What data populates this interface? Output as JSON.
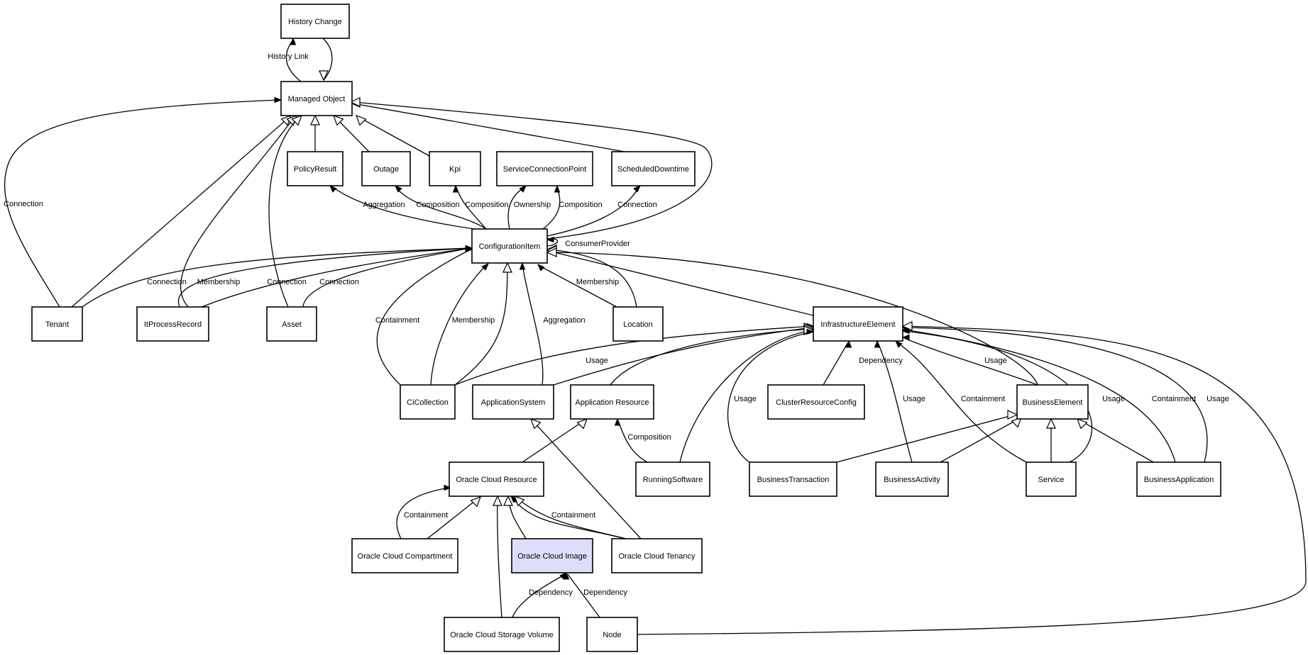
{
  "diagram": {
    "nodes": [
      {
        "id": "history-change",
        "label": "History Change"
      },
      {
        "id": "managed-object",
        "label": "Managed Object"
      },
      {
        "id": "policy-result",
        "label": "PolicyResult"
      },
      {
        "id": "outage",
        "label": "Outage"
      },
      {
        "id": "kpi",
        "label": "Kpi"
      },
      {
        "id": "service-connection-point",
        "label": "ServiceConnectionPoint"
      },
      {
        "id": "scheduled-downtime",
        "label": "ScheduledDowntime"
      },
      {
        "id": "configuration-item",
        "label": "ConfigurationItem"
      },
      {
        "id": "tenant",
        "label": "Tenant"
      },
      {
        "id": "it-process-record",
        "label": "ItProcessRecord"
      },
      {
        "id": "asset",
        "label": "Asset"
      },
      {
        "id": "location",
        "label": "Location"
      },
      {
        "id": "infrastructure-element",
        "label": "InfrastructureElement"
      },
      {
        "id": "ci-collection",
        "label": "CiCollection"
      },
      {
        "id": "application-system",
        "label": "ApplicationSystem"
      },
      {
        "id": "application-resource",
        "label": "Application Resource"
      },
      {
        "id": "cluster-resource-config",
        "label": "ClusterResourceConfig"
      },
      {
        "id": "business-element",
        "label": "BusinessElement"
      },
      {
        "id": "oracle-cloud-resource",
        "label": "Oracle Cloud Resource"
      },
      {
        "id": "running-software",
        "label": "RunningSoftware"
      },
      {
        "id": "business-transaction",
        "label": "BusinessTransaction"
      },
      {
        "id": "business-activity",
        "label": "BusinessActivity"
      },
      {
        "id": "service",
        "label": "Service"
      },
      {
        "id": "business-application",
        "label": "BusinessApplication"
      },
      {
        "id": "oracle-cloud-compartment",
        "label": "Oracle Cloud Compartment"
      },
      {
        "id": "oracle-cloud-image",
        "label": "Oracle Cloud Image"
      },
      {
        "id": "oracle-cloud-tenancy",
        "label": "Oracle Cloud Tenancy"
      },
      {
        "id": "oracle-cloud-storage-volume",
        "label": "Oracle Cloud Storage Volume"
      },
      {
        "id": "node",
        "label": "Node"
      }
    ],
    "highlighted_node": "oracle-cloud-image",
    "highlight_color": "#dedefb",
    "edges": [
      {
        "from": "managed-object",
        "to": "history-change",
        "kind": "association",
        "label": "History Link"
      },
      {
        "from": "history-change",
        "to": "managed-object",
        "kind": "inheritance",
        "label": ""
      },
      {
        "from": "policy-result",
        "to": "managed-object",
        "kind": "inheritance",
        "label": ""
      },
      {
        "from": "outage",
        "to": "managed-object",
        "kind": "inheritance",
        "label": ""
      },
      {
        "from": "kpi",
        "to": "managed-object",
        "kind": "inheritance",
        "label": ""
      },
      {
        "from": "scheduled-downtime",
        "to": "managed-object",
        "kind": "inheritance",
        "label": ""
      },
      {
        "from": "configuration-item",
        "to": "managed-object",
        "kind": "inheritance",
        "label": ""
      },
      {
        "from": "tenant",
        "to": "managed-object",
        "kind": "association",
        "label": "Connection"
      },
      {
        "from": "tenant",
        "to": "managed-object",
        "kind": "inheritance",
        "label": ""
      },
      {
        "from": "it-process-record",
        "to": "managed-object",
        "kind": "inheritance",
        "label": ""
      },
      {
        "from": "asset",
        "to": "managed-object",
        "kind": "inheritance",
        "label": ""
      },
      {
        "from": "configuration-item",
        "to": "policy-result",
        "kind": "association",
        "label": "Aggregation"
      },
      {
        "from": "configuration-item",
        "to": "outage",
        "kind": "association",
        "label": "Composition"
      },
      {
        "from": "configuration-item",
        "to": "kpi",
        "kind": "association",
        "label": "Composition"
      },
      {
        "from": "configuration-item",
        "to": "service-connection-point",
        "kind": "association",
        "label": "Ownership"
      },
      {
        "from": "configuration-item",
        "to": "service-connection-point",
        "kind": "association",
        "label": "Composition"
      },
      {
        "from": "configuration-item",
        "to": "scheduled-downtime",
        "kind": "association",
        "label": "Connection"
      },
      {
        "from": "configuration-item",
        "to": "configuration-item",
        "kind": "association",
        "label": "ConsumerProvider"
      },
      {
        "from": "tenant",
        "to": "configuration-item",
        "kind": "association",
        "label": "Connection"
      },
      {
        "from": "it-process-record",
        "to": "configuration-item",
        "kind": "association",
        "label": "Membership"
      },
      {
        "from": "it-process-record",
        "to": "configuration-item",
        "kind": "association",
        "label": "Connection"
      },
      {
        "from": "asset",
        "to": "configuration-item",
        "kind": "association",
        "label": "Connection"
      },
      {
        "from": "location",
        "to": "configuration-item",
        "kind": "association",
        "label": "Membership"
      },
      {
        "from": "location",
        "to": "configuration-item",
        "kind": "inheritance",
        "label": ""
      },
      {
        "from": "ci-collection",
        "to": "configuration-item",
        "kind": "association",
        "label": "Containment"
      },
      {
        "from": "ci-collection",
        "to": "configuration-item",
        "kind": "association",
        "label": "Membership"
      },
      {
        "from": "ci-collection",
        "to": "configuration-item",
        "kind": "inheritance",
        "label": ""
      },
      {
        "from": "application-system",
        "to": "configuration-item",
        "kind": "association",
        "label": "Aggregation"
      },
      {
        "from": "infrastructure-element",
        "to": "configuration-item",
        "kind": "inheritance",
        "label": ""
      },
      {
        "from": "business-element",
        "to": "configuration-item",
        "kind": "inheritance",
        "label": ""
      },
      {
        "from": "ci-collection",
        "to": "infrastructure-element",
        "kind": "association",
        "label": "Usage"
      },
      {
        "from": "application-system",
        "to": "infrastructure-element",
        "kind": "inheritance",
        "label": ""
      },
      {
        "from": "application-resource",
        "to": "infrastructure-element",
        "kind": "inheritance",
        "label": ""
      },
      {
        "from": "running-software",
        "to": "infrastructure-element",
        "kind": "inheritance",
        "label": ""
      },
      {
        "from": "business-transaction",
        "to": "infrastructure-element",
        "kind": "association",
        "label": "Usage"
      },
      {
        "from": "cluster-resource-config",
        "to": "infrastructure-element",
        "kind": "association",
        "label": "Dependency"
      },
      {
        "from": "business-activity",
        "to": "infrastructure-element",
        "kind": "association",
        "label": "Usage"
      },
      {
        "from": "business-element",
        "to": "infrastructure-element",
        "kind": "association",
        "label": "Usage"
      },
      {
        "from": "service",
        "to": "infrastructure-element",
        "kind": "association",
        "label": "Containment"
      },
      {
        "from": "service",
        "to": "infrastructure-element",
        "kind": "association",
        "label": "Usage"
      },
      {
        "from": "business-application",
        "to": "infrastructure-element",
        "kind": "association",
        "label": "Containment"
      },
      {
        "from": "business-application",
        "to": "infrastructure-element",
        "kind": "association",
        "label": "Usage"
      },
      {
        "from": "node",
        "to": "infrastructure-element",
        "kind": "inheritance",
        "label": ""
      },
      {
        "from": "business-transaction",
        "to": "business-element",
        "kind": "inheritance",
        "label": ""
      },
      {
        "from": "business-activity",
        "to": "business-element",
        "kind": "inheritance",
        "label": ""
      },
      {
        "from": "service",
        "to": "business-element",
        "kind": "inheritance",
        "label": ""
      },
      {
        "from": "business-application",
        "to": "business-element",
        "kind": "inheritance",
        "label": ""
      },
      {
        "from": "oracle-cloud-resource",
        "to": "application-resource",
        "kind": "inheritance",
        "label": ""
      },
      {
        "from": "running-software",
        "to": "application-resource",
        "kind": "association",
        "label": "Composition"
      },
      {
        "from": "oracle-cloud-tenancy",
        "to": "application-system",
        "kind": "inheritance",
        "label": ""
      },
      {
        "from": "oracle-cloud-compartment",
        "to": "oracle-cloud-resource",
        "kind": "association",
        "label": "Containment"
      },
      {
        "from": "oracle-cloud-compartment",
        "to": "oracle-cloud-resource",
        "kind": "inheritance",
        "label": ""
      },
      {
        "from": "oracle-cloud-storage-volume",
        "to": "oracle-cloud-resource",
        "kind": "inheritance",
        "label": ""
      },
      {
        "from": "oracle-cloud-image",
        "to": "oracle-cloud-resource",
        "kind": "inheritance",
        "label": ""
      },
      {
        "from": "oracle-cloud-tenancy",
        "to": "oracle-cloud-resource",
        "kind": "association",
        "label": "Containment"
      },
      {
        "from": "oracle-cloud-tenancy",
        "to": "oracle-cloud-resource",
        "kind": "inheritance",
        "label": ""
      },
      {
        "from": "oracle-cloud-storage-volume",
        "to": "oracle-cloud-image",
        "kind": "association",
        "label": "Dependency"
      },
      {
        "from": "node",
        "to": "oracle-cloud-image",
        "kind": "association",
        "label": "Dependency"
      }
    ]
  }
}
